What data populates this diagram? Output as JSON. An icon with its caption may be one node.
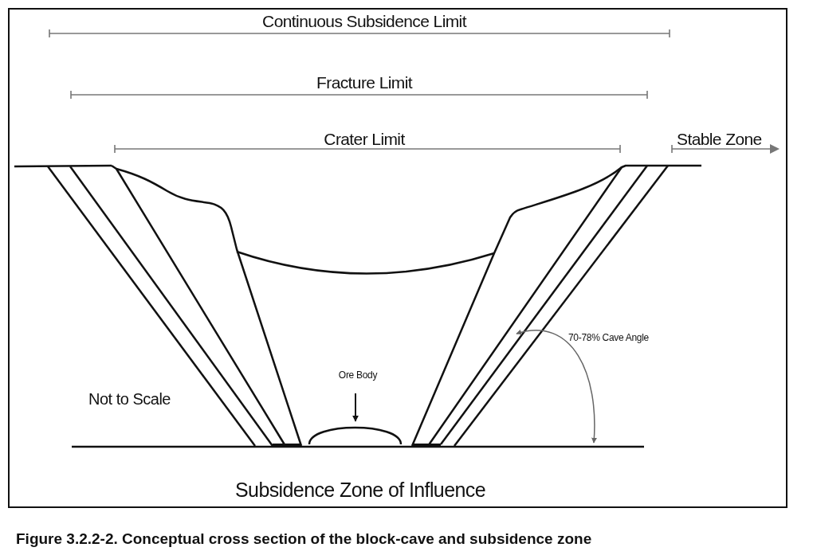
{
  "diagram": {
    "caption": "Figure 3.2.2-2. Conceptual cross section of the block-cave and subsidence zone",
    "nodes": [
      {
        "text": [
          "Ore Body"
        ]
      },
      {
        "text": [],
        "shape": "dome"
      }
    ],
    "edges": [
      {
        "from": 0,
        "to": 1,
        "arrow": "to"
      }
    ],
    "labels": [
      "Continuous Subsidence Limit",
      "Fracture Limit",
      "Crater Limit",
      "Stable Zone",
      "70-78% Cave Angle",
      "Not to Scale",
      "Subsidence Zone of Influence"
    ]
  }
}
